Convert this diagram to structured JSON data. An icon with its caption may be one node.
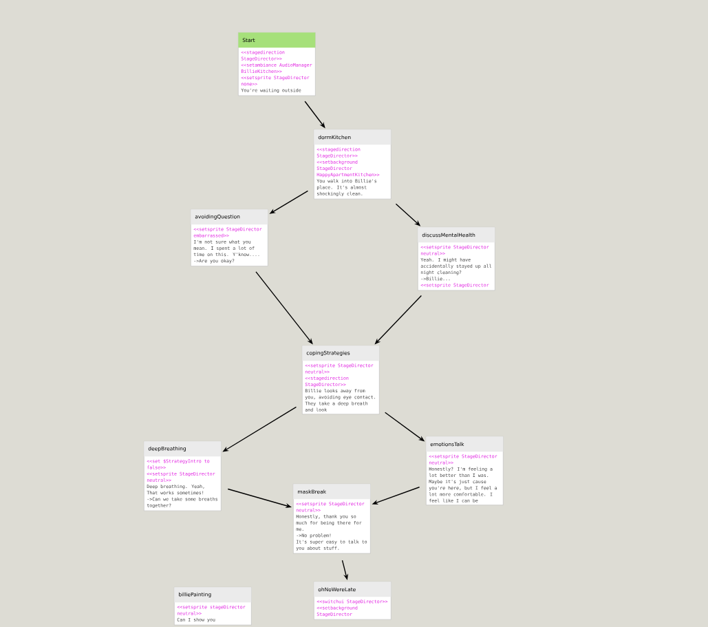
{
  "diagram": {
    "nodes": [
      {
        "text": [
          "Start",
          "<<stagedirection StageDirector>>",
          "<<setambiance AudioManager BillieKitchen>>",
          "<<setsprite StageDirector none>>",
          "You're waiting outside"
        ]
      },
      {
        "text": [
          "dormKitchen",
          "<<stagedirection StageDirector>>",
          "<<setbackground StageDirector HappyApartmentKitchen>>",
          "You walk into Billie's place. It's almost shockingly clean."
        ]
      },
      {
        "text": [
          "avoidingQuestion",
          "<<setsprite StageDirector embarrassed>>",
          "I'm not sure what you mean. I spent a lot of time on this. Y'know....",
          "->Are you okay?"
        ]
      },
      {
        "text": [
          "discussMentalHealth",
          "<<setsprite StageDirector neutral>>",
          "Yeah. I might have accidentally stayed up all night cleaning?",
          "->Billie...",
          "<<setsprite StageDirector"
        ]
      },
      {
        "text": [
          "copingStrategies",
          "<<setsprite StageDirector neutral>>",
          "<<stagedirection StageDirector>>",
          "Billie looks away from you, avoiding eye contact. They take a deep breath and look"
        ]
      },
      {
        "text": [
          "deepBreathing",
          "<<set $StrategyIntro to false>>",
          "<<setsprite StageDirector neutral>>",
          "Deep breathing. Yeah, That works sometimes!",
          "->Can we take some breaths together?"
        ]
      },
      {
        "text": [
          "emotionsTalk",
          "<<setsprite StageDirector neutral>>",
          "Honestly? I'm feeling a lot better than I was. Maybe it's just cause you're here, but I feel a lot more comfortable. I feel like I can be"
        ]
      },
      {
        "text": [
          "maskBreak",
          "<<setsprite StageDirector neutral>>",
          "Honestly, thank you so much for being there for me.",
          "->No problem!",
          "It's super easy to talk to you about stuff."
        ]
      },
      {
        "text": [
          "billiePainting",
          "<<setsprite stageDirector neutral>>",
          "Can I show you"
        ]
      },
      {
        "text": [
          "ohNoWereLate",
          "<<switchui StageDirector>>",
          "<<setbackground StageDirector"
        ]
      }
    ],
    "edges": [
      {
        "from": 0,
        "to": 1,
        "arrow": "to"
      },
      {
        "from": 1,
        "to": 2,
        "arrow": "to"
      },
      {
        "from": 1,
        "to": 3,
        "arrow": "to"
      },
      {
        "from": 2,
        "to": 4,
        "arrow": "to"
      },
      {
        "from": 3,
        "to": 4,
        "arrow": "to"
      },
      {
        "from": 4,
        "to": 5,
        "arrow": "to"
      },
      {
        "from": 4,
        "to": 6,
        "arrow": "to"
      },
      {
        "from": 5,
        "to": 7,
        "arrow": "to"
      },
      {
        "from": 6,
        "to": 7,
        "arrow": "to"
      },
      {
        "from": 7,
        "to": 9,
        "arrow": "to"
      }
    ]
  }
}
